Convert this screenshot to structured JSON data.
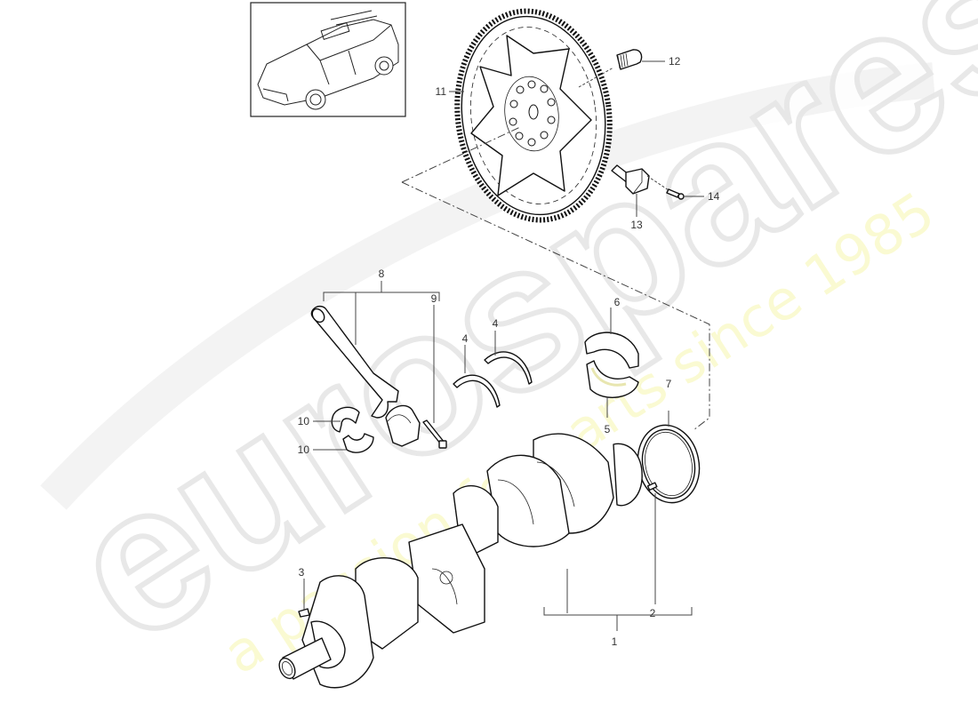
{
  "diagram": {
    "subject": "Crankshaft, connecting rods, bearings and flywheel — exploded parts view",
    "vehicle_thumbnail": "SUV (Porsche Cayenne) line drawing",
    "watermark": {
      "logo": "eurospares",
      "tagline": "a passion for parts since 1985",
      "tagline_color": "#fafad0",
      "logo_color": "#e6e6e6"
    },
    "callouts": [
      {
        "id": "1",
        "label": "1",
        "part": "crankshaft assembly"
      },
      {
        "id": "2",
        "label": "2",
        "part": "dowel pin"
      },
      {
        "id": "3",
        "label": "3",
        "part": "woodruff key"
      },
      {
        "id": "4a",
        "label": "4",
        "part": "thrust washer"
      },
      {
        "id": "4b",
        "label": "4",
        "part": "thrust washer"
      },
      {
        "id": "5",
        "label": "5",
        "part": "main bearing shell (grooved)"
      },
      {
        "id": "6",
        "label": "6",
        "part": "main bearing shell"
      },
      {
        "id": "7",
        "label": "7",
        "part": "radial shaft seal"
      },
      {
        "id": "8",
        "label": "8",
        "part": "connecting rod"
      },
      {
        "id": "9",
        "label": "9",
        "part": "con-rod bolt"
      },
      {
        "id": "10a",
        "label": "10",
        "part": "con-rod bearing shell"
      },
      {
        "id": "10b",
        "label": "10",
        "part": "con-rod bearing shell"
      },
      {
        "id": "11",
        "label": "11",
        "part": "flex plate / flywheel"
      },
      {
        "id": "12",
        "label": "12",
        "part": "bolt"
      },
      {
        "id": "13",
        "label": "13",
        "part": "speed sensor"
      },
      {
        "id": "14",
        "label": "14",
        "part": "screw"
      }
    ]
  }
}
